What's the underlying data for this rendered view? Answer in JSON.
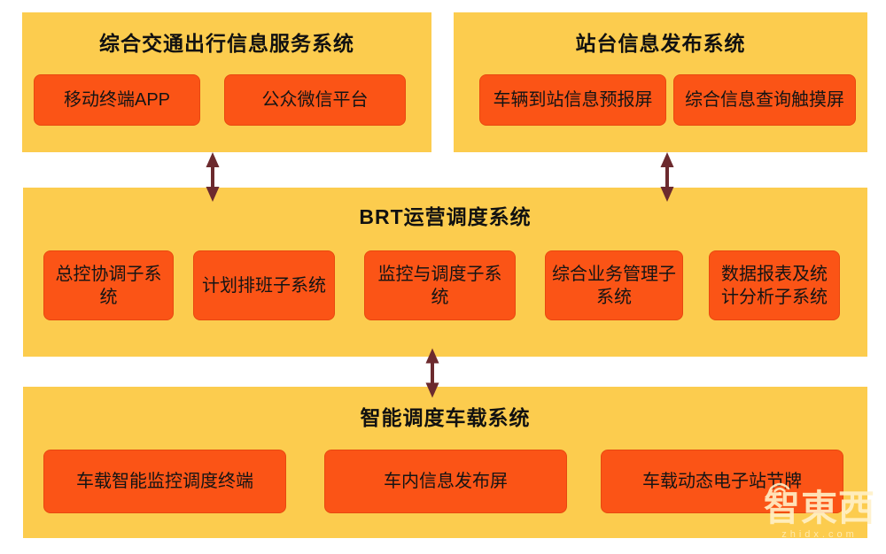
{
  "colors": {
    "panel_bg": "#FCCC4E",
    "node_bg": "#FB5416",
    "node_border": "#E8480F",
    "arrow": "#6C2A2E",
    "text": "#111111",
    "watermark": "#FFF1C8"
  },
  "panels": [
    {
      "title": "综合交通出行信息服务系统",
      "buttons": [
        "移动终端APP",
        "公众微信平台"
      ]
    },
    {
      "title": "站台信息发布系统",
      "buttons": [
        "车辆到站信息预报屏",
        "综合信息查询触摸屏"
      ]
    },
    {
      "title": "BRT运营调度系统",
      "buttons": [
        "总控协调子系统",
        "计划排班子系统",
        "监控与调度子系统",
        "综合业务管理子系统",
        "数据报表及统计分析子系统"
      ]
    },
    {
      "title": "智能调度车载系统",
      "buttons": [
        "车载智能监控调度终端",
        "车内信息发布屏",
        "车载动态电子站节牌"
      ]
    }
  ],
  "watermark": {
    "logo": "智東西",
    "domain": "zhidx.com"
  }
}
